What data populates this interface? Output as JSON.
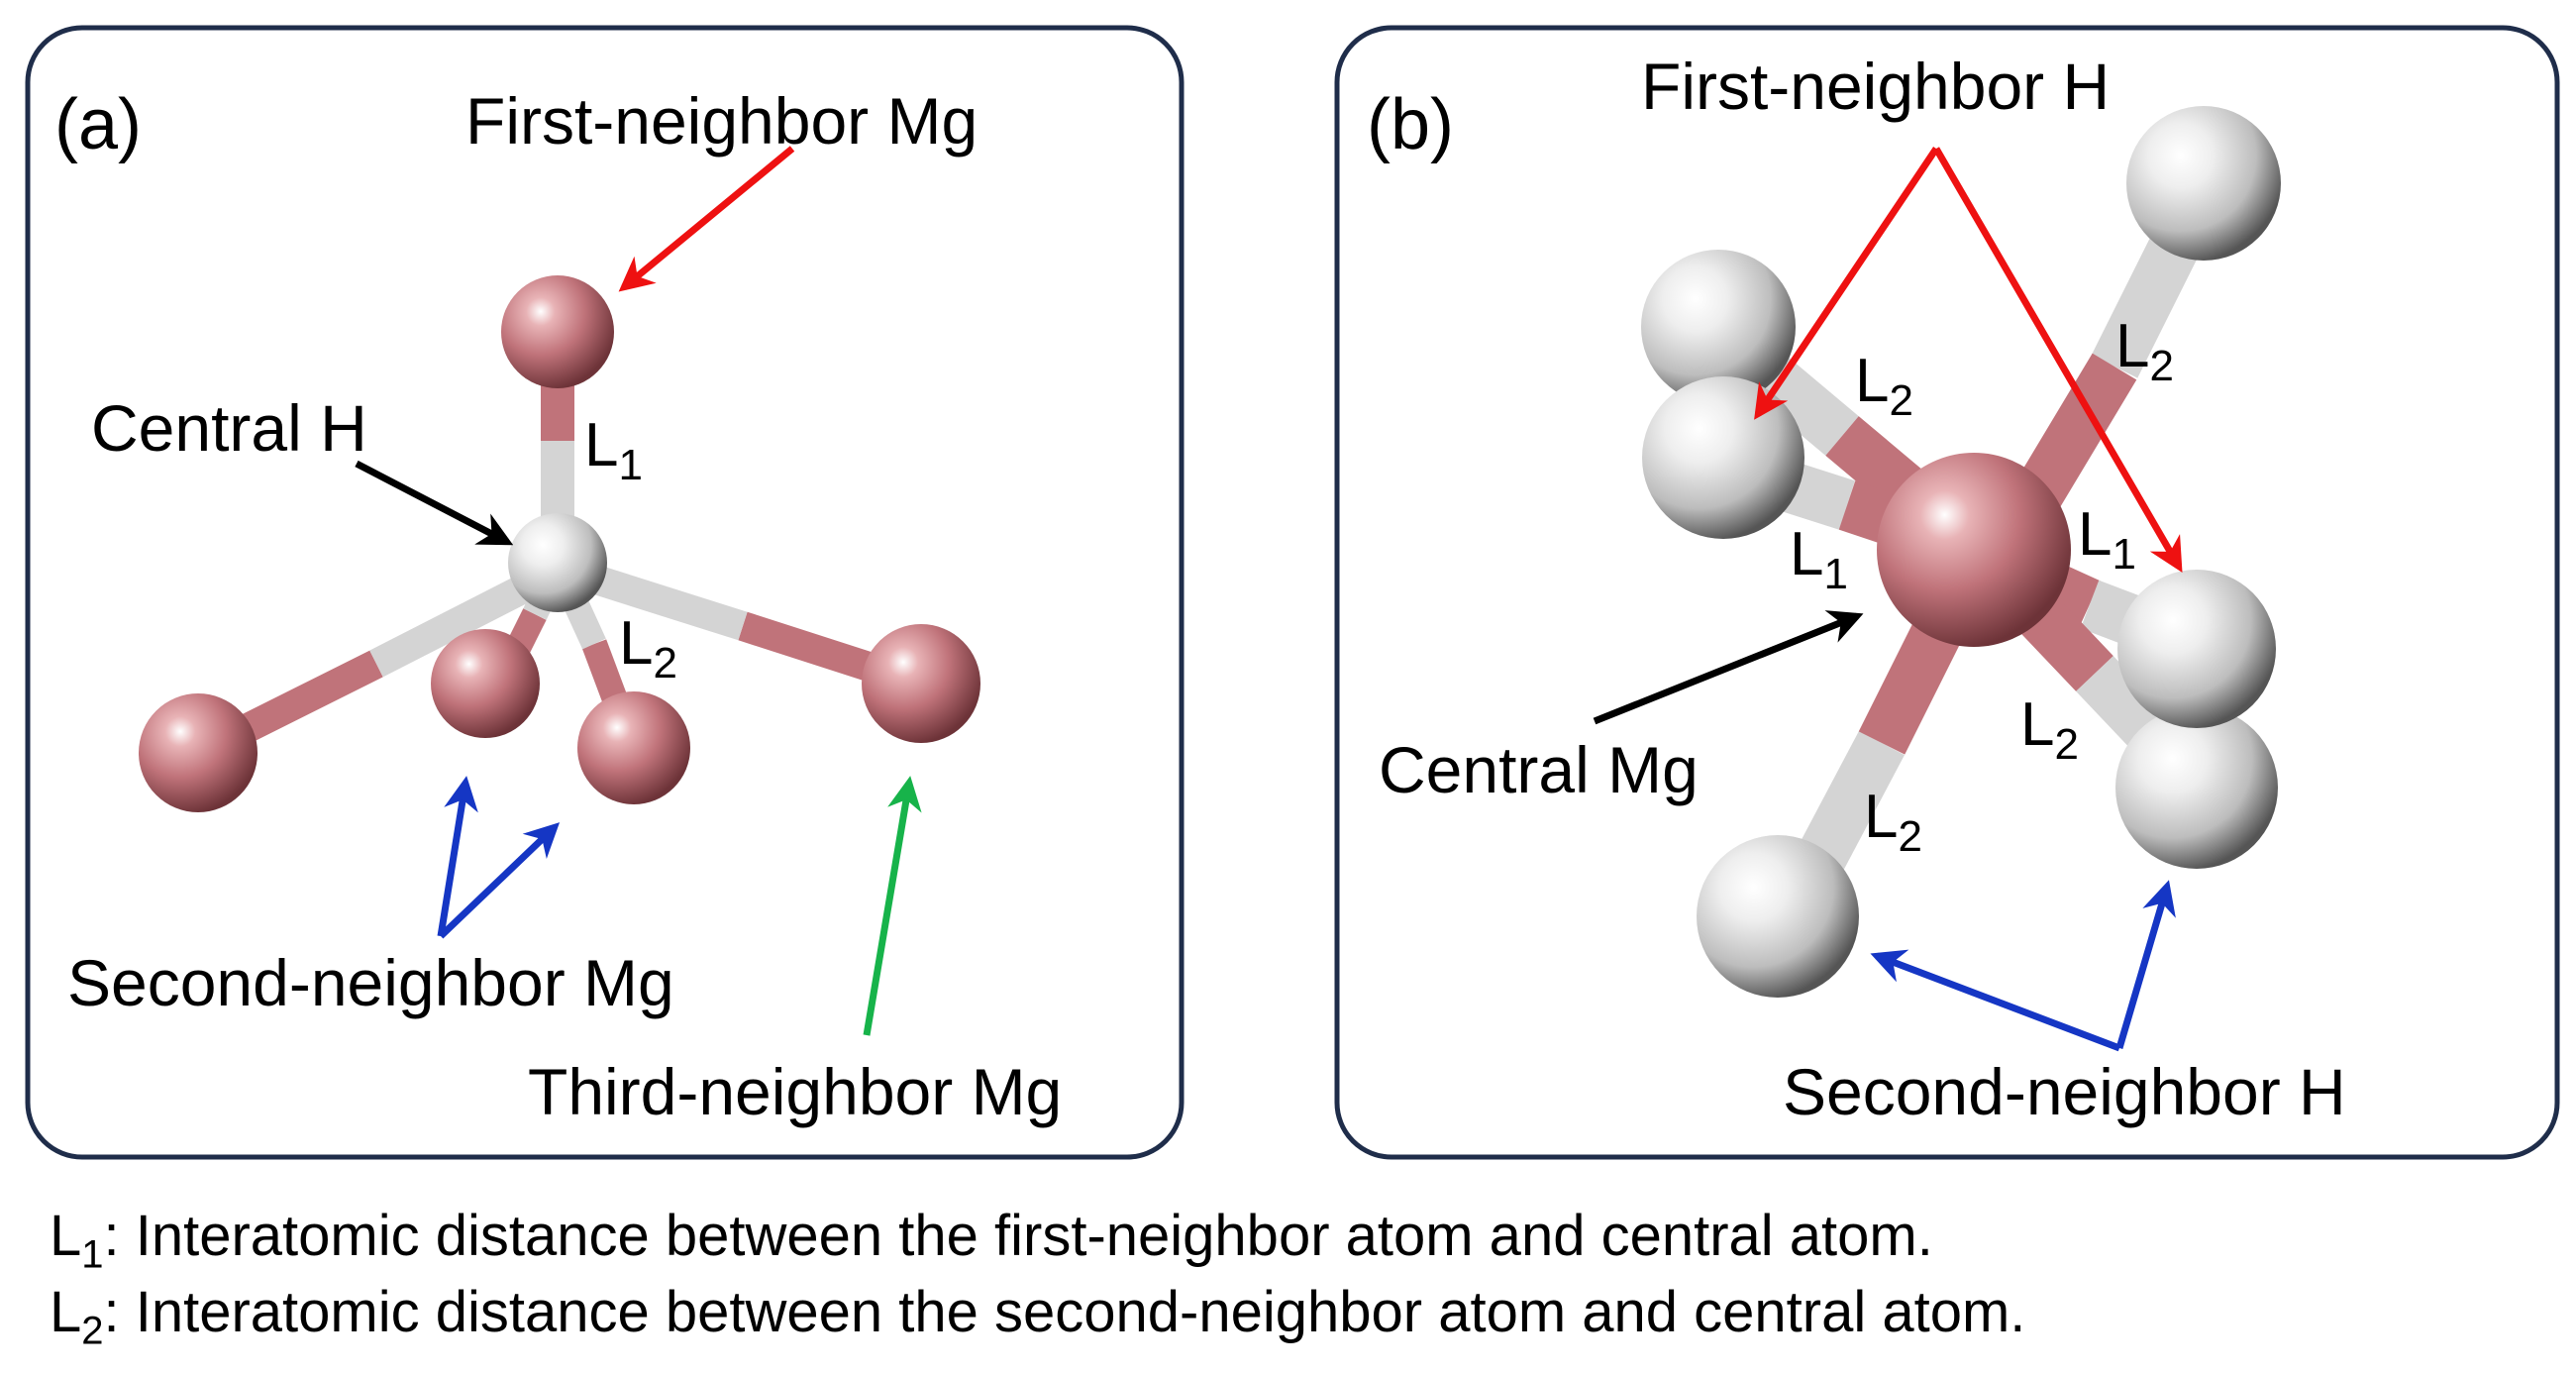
{
  "panels": {
    "a": {
      "tag": "(a)",
      "first": "First-neighbor Mg",
      "central": "Central H",
      "second": "Second-neighbor Mg",
      "third": "Third-neighbor Mg"
    },
    "b": {
      "tag": "(b)",
      "first": "First-neighbor H",
      "central": "Central Mg",
      "second": "Second-neighbor H"
    }
  },
  "bond_labels": {
    "letter": "L",
    "one": "1",
    "two": "2"
  },
  "legend": [
    {
      "symbol": "L",
      "sub": "1",
      "text": ": Interatomic distance between the first-neighbor atom and central atom."
    },
    {
      "symbol": "L",
      "sub": "2",
      "text": ": Interatomic distance between the second-neighbor atom and central atom."
    }
  ],
  "colors": {
    "mg": "#c0737a",
    "h": "#d9d9d9",
    "first_arrow": "#ee1111",
    "second_arrow": "#1536c4",
    "third_arrow": "#17b34a",
    "central_arrow": "#000000",
    "frame": "#1f2d4a"
  }
}
